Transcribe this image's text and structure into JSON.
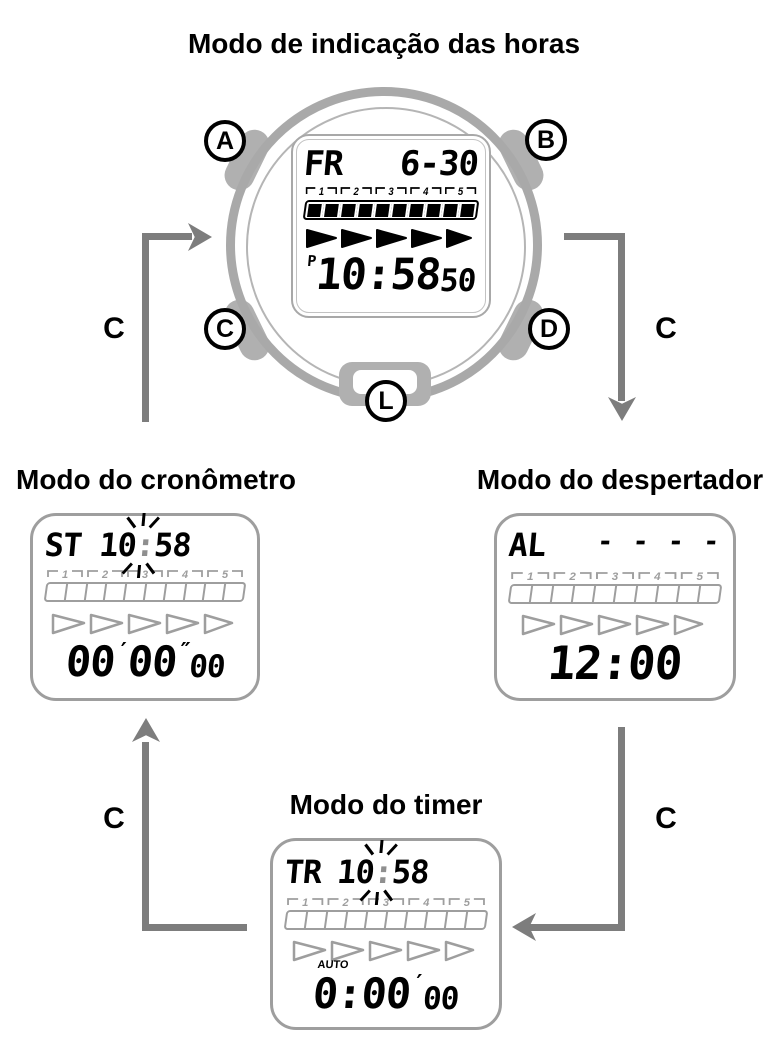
{
  "titles": {
    "timekeeping": "Modo de indicação das horas",
    "stopwatch": "Modo do cronômetro",
    "alarm": "Modo do despertador",
    "timer": "Modo do timer"
  },
  "watch_buttons": {
    "a": "A",
    "b": "B",
    "c": "C",
    "d": "D",
    "l": "L"
  },
  "arrow_label": "C",
  "scale": [
    "1",
    "2",
    "3",
    "4",
    "5"
  ],
  "timekeeping_display": {
    "day": "FR",
    "date": "6-30",
    "pm": "P",
    "time": "10:58",
    "seconds": "50"
  },
  "stopwatch_display": {
    "mode": "ST",
    "hours": "10",
    "colon": ":",
    "minutes": "58",
    "min": "00",
    "prime": "′",
    "sec": "00",
    "dprime": "″",
    "hundredths": "00"
  },
  "alarm_display": {
    "mode": "AL",
    "dashes": "- - - -",
    "time": "12:00"
  },
  "timer_display": {
    "mode": "TR",
    "hours": "10",
    "colon": ":",
    "minutes": "58",
    "auto": "AUTO",
    "main": "0:00",
    "prime": "′",
    "sec": "00"
  },
  "colors": {
    "black": "#000000",
    "arrow_gray": "#7d7d7d",
    "case_gray": "#a9a9a9",
    "lcd_gray": "#9e9e9e"
  }
}
